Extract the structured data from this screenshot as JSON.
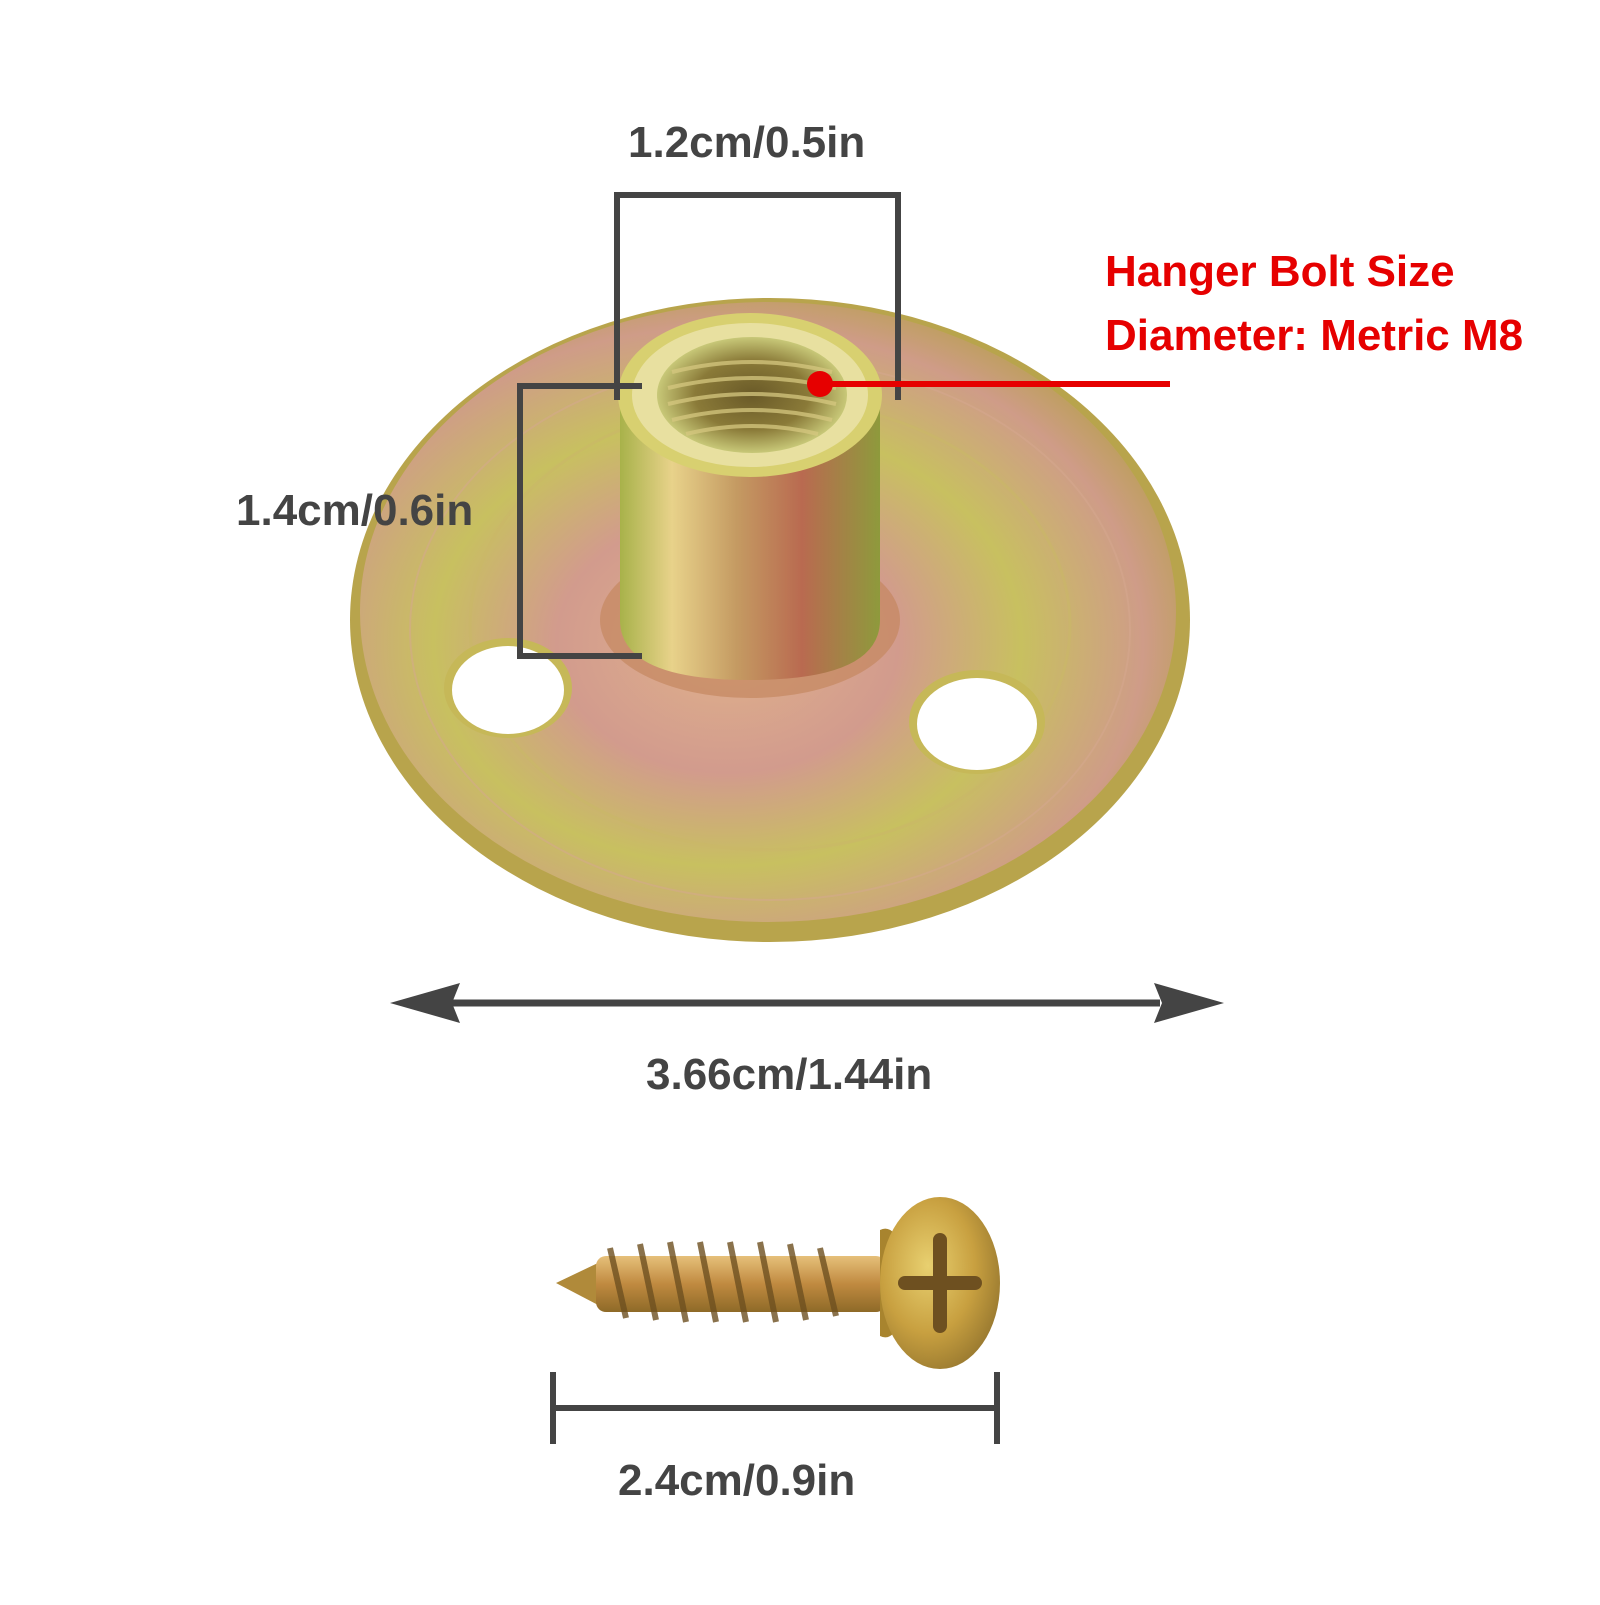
{
  "dimensions": {
    "bore_width": "1.2cm/0.5in",
    "barrel_height": "1.4cm/0.6in",
    "flange_diameter": "3.66cm/1.44in",
    "screw_length": "2.4cm/0.9in"
  },
  "callout": {
    "line1": "Hanger Bolt Size",
    "line2": "Diameter: Metric M8"
  },
  "colors": {
    "dimension_line": "#444444",
    "callout": "#e60000",
    "metal_gold": "#c9a24a",
    "metal_green": "#b9c65a",
    "metal_pink": "#d79a8e"
  }
}
